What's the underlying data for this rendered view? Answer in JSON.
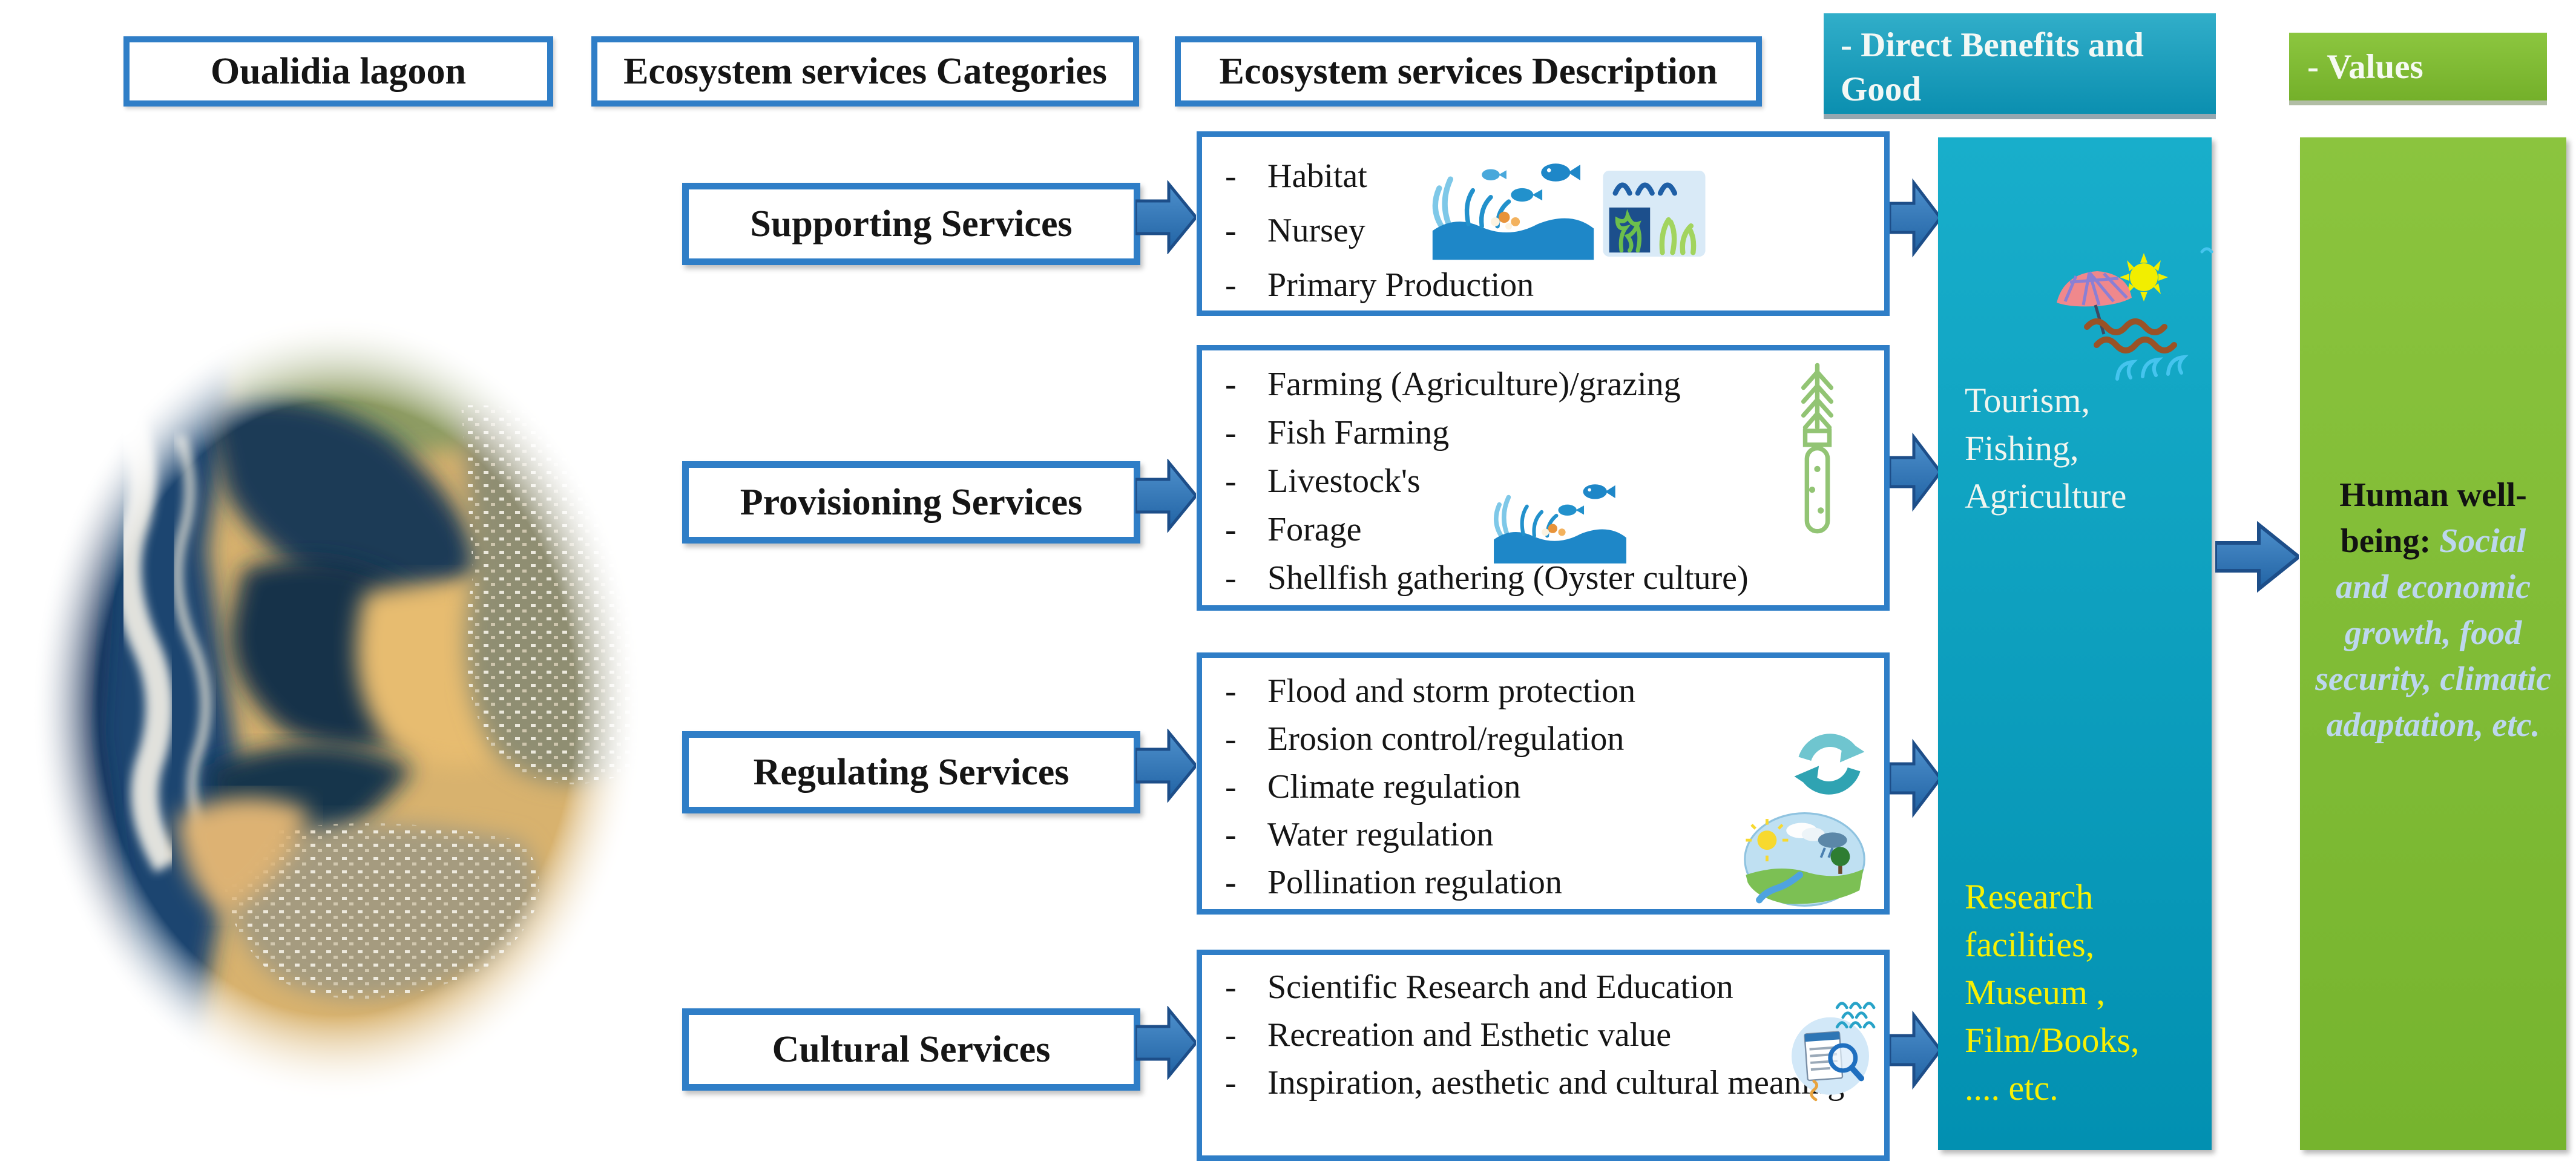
{
  "bullet_char": "-",
  "headers": {
    "oualidia": "Oualidia lagoon",
    "categories": "Ecosystem services Categories",
    "description": "Ecosystem services Description",
    "benefits": "- Direct Benefits and Good",
    "values": "- Values"
  },
  "rows": [
    {
      "category": "Supporting Services",
      "items": [
        "Habitat",
        "Nursey",
        "Primary Production"
      ]
    },
    {
      "category": "Provisioning Services",
      "items": [
        "Farming (Agriculture)/grazing",
        "Fish Farming",
        "Livestock's",
        "Forage",
        "Shellfish gathering (Oyster culture)"
      ]
    },
    {
      "category": "Regulating Services",
      "items": [
        "Flood and storm protection",
        "Erosion control/regulation",
        "Climate regulation",
        "Water regulation",
        "Pollination regulation"
      ]
    },
    {
      "category": "Cultural Services",
      "items": [
        "Scientific Research and Education",
        "Recreation and Esthetic value",
        "Inspiration, aesthetic and cultural meaning"
      ]
    }
  ],
  "benefits_column": {
    "top_text": "Tourism,\nFishing,\nAgriculture",
    "bottom_text": "Research\nfacilities,\nMuseum ,\nFilm/Books,\n.... etc."
  },
  "values_column": {
    "title": "Human well-being:",
    "body": " Social and economic growth, food security, climatic adaptation, etc."
  },
  "icons": {
    "row1": [
      "fish-coral-habitat-icon",
      "seagrass-waves-icon"
    ],
    "row2": [
      "wheat-test-tube-icon",
      "fish-coral-habitat-icon"
    ],
    "row3": [
      "recycle-cycle-icon",
      "water-cycle-icon"
    ],
    "row4": [
      "research-magnifier-icon"
    ],
    "benefits_top": "beach-umbrella-sun-icon"
  },
  "colors": {
    "teal_column": "#00A2C6",
    "green_column": "#86C33A",
    "arrow_blue": "#2E76B5",
    "border_blue": "#2F7EC7",
    "yellow_text": "#F8F103",
    "light_blue_text": "#BDD7EE"
  }
}
